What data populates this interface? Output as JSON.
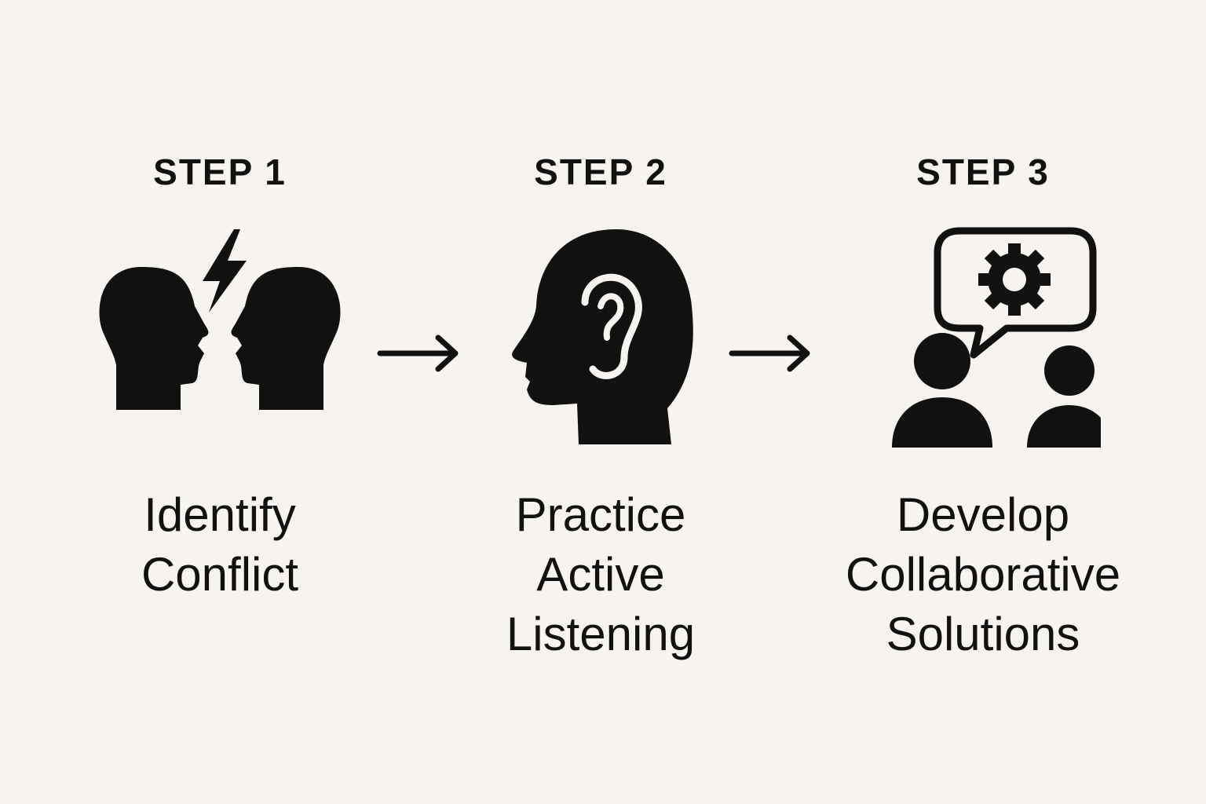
{
  "steps": [
    {
      "title": "STEP 1",
      "label_lines": [
        "Identify",
        "Conflict"
      ],
      "icon": "conflict-heads-icon"
    },
    {
      "title": "STEP 2",
      "label_lines": [
        "Practice",
        "Active",
        "Listening"
      ],
      "icon": "listening-head-icon"
    },
    {
      "title": "STEP 3",
      "label_lines": [
        "Develop",
        "Collaborative",
        "Solutions"
      ],
      "icon": "collaboration-icon"
    }
  ],
  "colors": {
    "background": "#f7f4ef",
    "ink": "#111111"
  }
}
